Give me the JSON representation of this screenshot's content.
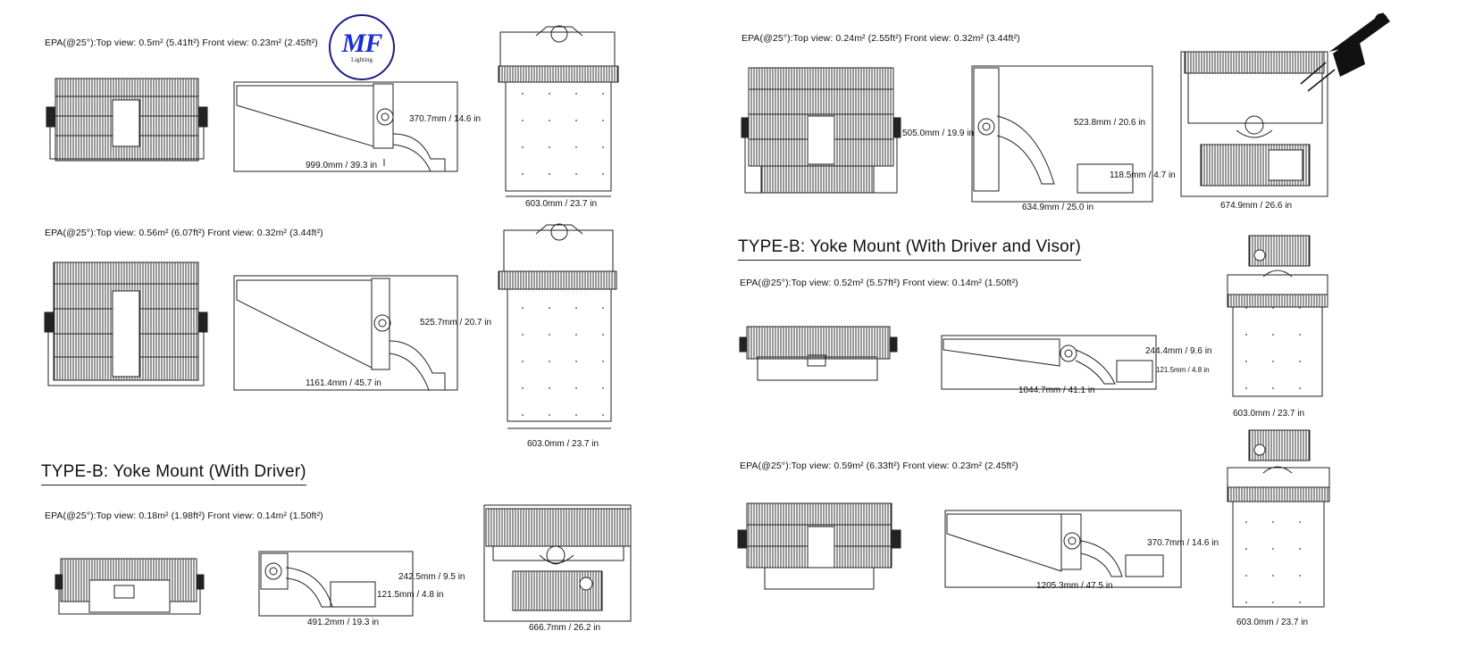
{
  "colors": {
    "line": "#222222",
    "logo_blue": "#1a2bd8",
    "ink": "#111111"
  },
  "logo": {
    "main": "MF",
    "sub": "Lighting"
  },
  "icon": "flying-hero-icon",
  "headings": {
    "type_b_driver": "TYPE-B: Yoke Mount (With Driver)",
    "type_b_driver_visor": "TYPE-B: Yoke Mount (With Driver and Visor)"
  },
  "left_blocks": [
    {
      "epa": "EPA(@25°):Top view: 0.5m² (5.41ft²)   Front view: 0.23m² (2.45ft²)",
      "dims": [
        "370.7mm / 14.6 in",
        "999.0mm / 39.3 in",
        "603.0mm / 23.7 in"
      ]
    },
    {
      "epa": "EPA(@25°):Top view: 0.56m² (6.07ft²)   Front view: 0.32m² (3.44ft²)",
      "dims": [
        "525.7mm / 20.7 in",
        "1161.4mm / 45.7 in",
        "603.0mm / 23.7 in"
      ]
    },
    {
      "epa": "EPA(@25°):Top view: 0.18m² (1.98ft²)   Front view: 0.14m² (1.50ft²)",
      "dims": [
        "242.5mm / 9.5 in",
        "121.5mm / 4.8 in",
        "491.2mm / 19.3 in",
        "666.7mm / 26.2 in"
      ]
    }
  ],
  "right_blocks": [
    {
      "epa": "EPA(@25°):Top view: 0.24m² (2.55ft²)   Front view: 0.32m² (3.44ft²)",
      "dims": [
        "505.0mm / 19.9 in",
        "523.8mm / 20.6 in",
        "118.5mm / 4.7 in",
        "634.9mm / 25.0 in",
        "674.9mm / 26.6 in"
      ]
    },
    {
      "epa": "EPA(@25°):Top view: 0.52m² (5.57ft²)   Front view: 0.14m² (1.50ft²)",
      "dims": [
        "244.4mm / 9.6 in",
        "121.5mm / 4.8 in",
        "1044.7mm / 41.1 in",
        "603.0mm / 23.7 in"
      ]
    },
    {
      "epa": "EPA(@25°):Top view: 0.59m² (6.33ft²)   Front view: 0.23m² (2.45ft²)",
      "dims": [
        "370.7mm / 14.6 in",
        "1205.3mm / 47.5 in",
        "603.0mm / 23.7 in"
      ]
    }
  ]
}
